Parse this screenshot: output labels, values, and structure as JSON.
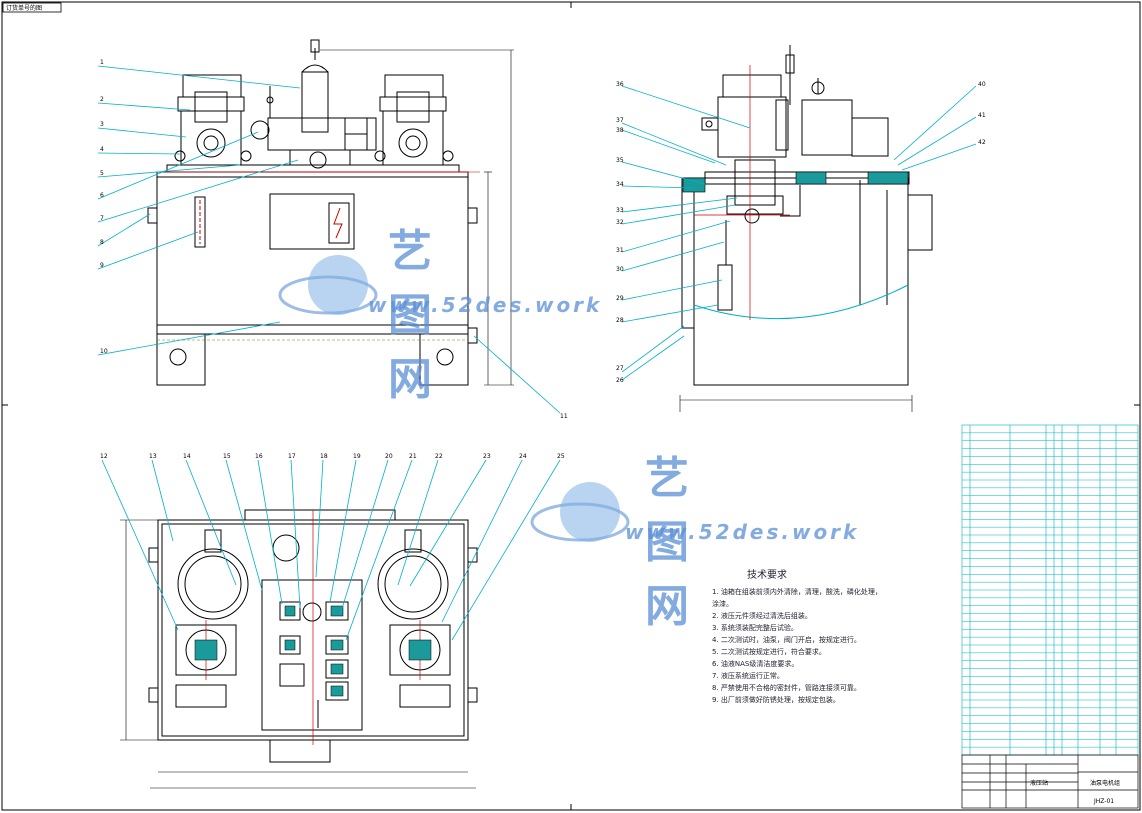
{
  "sheet_tag": "订货单号的图",
  "watermark": {
    "brand_cn": "艺图网",
    "url": "www.52des.work"
  },
  "front_view_callouts": [
    "1",
    "2",
    "3",
    "4",
    "5",
    "6",
    "7",
    "8",
    "9",
    "10",
    "11"
  ],
  "side_view_callouts": [
    "36",
    "37",
    "38",
    "35",
    "34",
    "33",
    "32",
    "31",
    "30",
    "29",
    "28",
    "27",
    "26",
    "40",
    "41",
    "42"
  ],
  "plan_view_callouts": [
    "12",
    "13",
    "14",
    "15",
    "16",
    "17",
    "18",
    "19",
    "20",
    "21",
    "22",
    "23",
    "24",
    "25"
  ],
  "tech_requirements": {
    "title": "技术要求",
    "items": [
      "1. 油箱在组装前须内外清除，清理，酸洗，磷化处理，涂漆。",
      "2. 液压元件须经过清洗后组装。",
      "3. 系统须装配完整后试验。",
      "4. 二次测试时，油泵，阀门开启，按规定进行。",
      "5. 二次测试按规定进行，符合要求。",
      "6. 油液NAS级清洁度要求。",
      "7. 液压系统运行正常。",
      "8. 严禁使用不合格的密封件，管路连接须可靠。",
      "9. 出厂前须做好防锈处理，按规定包装。"
    ]
  },
  "title_block": {
    "label_a": "液压站",
    "label_b": "油泵电机组",
    "drawing_no": "JHZ-01"
  },
  "colors": {
    "outline": "#000000",
    "leader": "#00b0c8",
    "center": "#cc0000",
    "hidden": "#7a7a00",
    "fill": "#1a9a9a",
    "accent": "#3a7bd5"
  }
}
